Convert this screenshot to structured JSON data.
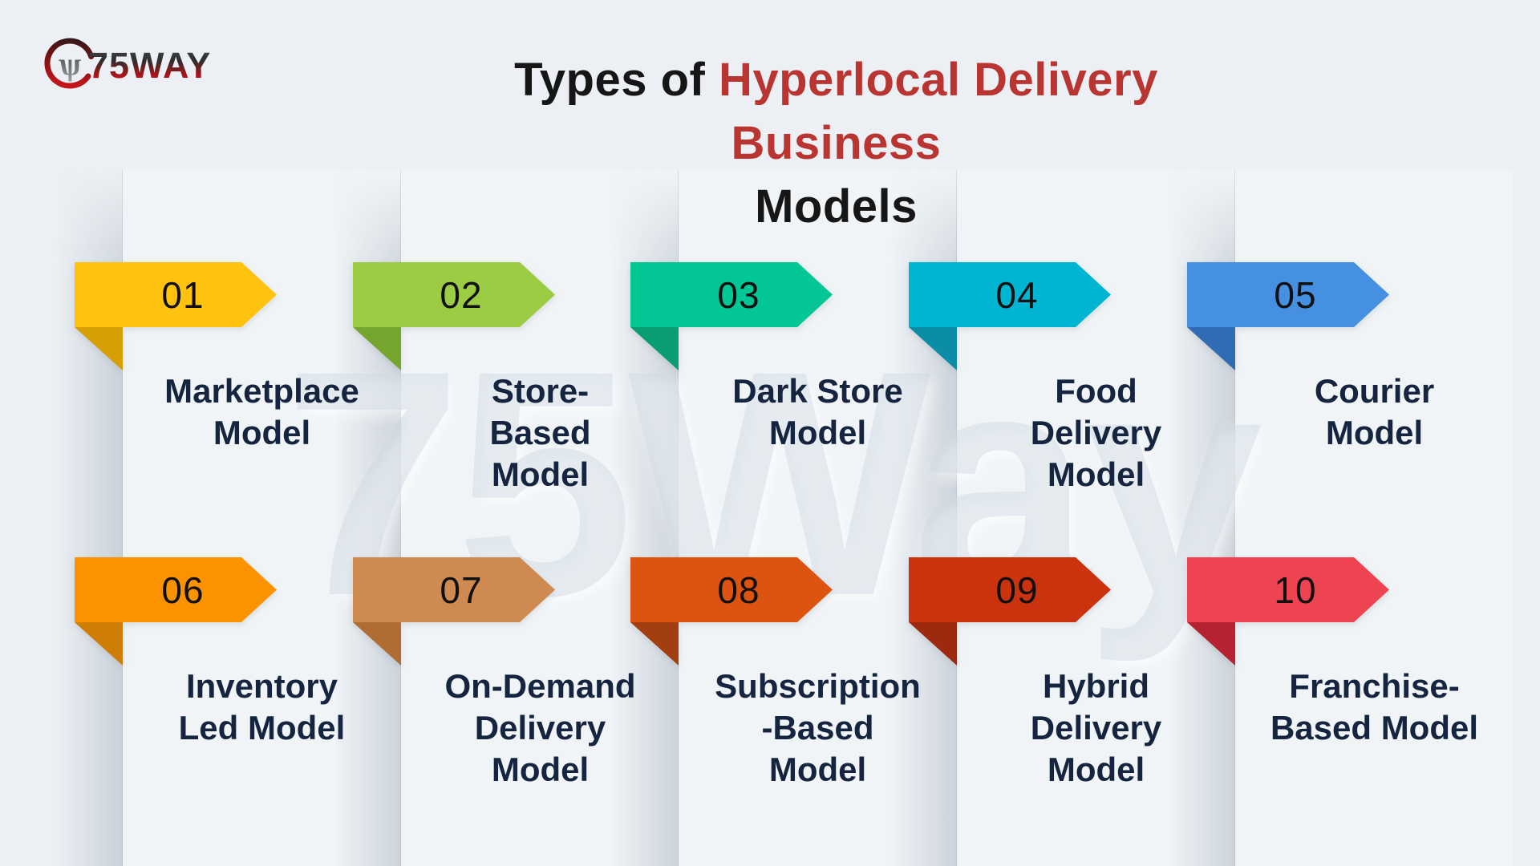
{
  "logo": {
    "text": "75WAY"
  },
  "title": {
    "black_part": "Types of ",
    "red_part": "Hyperlocal Delivery Business",
    "line2": "Models",
    "red_color": "#b93531"
  },
  "watermark": "75Way",
  "items": [
    {
      "number": "01",
      "label": "Marketplace\nModel",
      "color": "#FFC20E",
      "fold_color": "#D6A004"
    },
    {
      "number": "02",
      "label": "Store-\nBased\nModel",
      "color": "#9CCB44",
      "fold_color": "#75A42F"
    },
    {
      "number": "03",
      "label": "Dark Store\nModel",
      "color": "#02C795",
      "fold_color": "#0A9C75"
    },
    {
      "number": "04",
      "label": "Food\nDelivery\nModel",
      "color": "#00B5D1",
      "fold_color": "#0C8DA7"
    },
    {
      "number": "05",
      "label": "Courier\nModel",
      "color": "#4690E2",
      "fold_color": "#2F6CB3"
    },
    {
      "number": "06",
      "label": "Inventory\nLed Model",
      "color": "#FB9300",
      "fold_color": "#CE7E05"
    },
    {
      "number": "07",
      "label": "On-Demand\nDelivery\nModel",
      "color": "#CE8A50",
      "fold_color": "#AF6D33"
    },
    {
      "number": "08",
      "label": "Subscription\n-Based\nModel",
      "color": "#DD5411",
      "fold_color": "#A33E10"
    },
    {
      "number": "09",
      "label": "Hybrid\nDelivery\nModel",
      "color": "#CB330F",
      "fold_color": "#9D2A0E"
    },
    {
      "number": "10",
      "label": "Franchise-\nBased Model",
      "color": "#EE4350",
      "fold_color": "#B52231"
    }
  ]
}
